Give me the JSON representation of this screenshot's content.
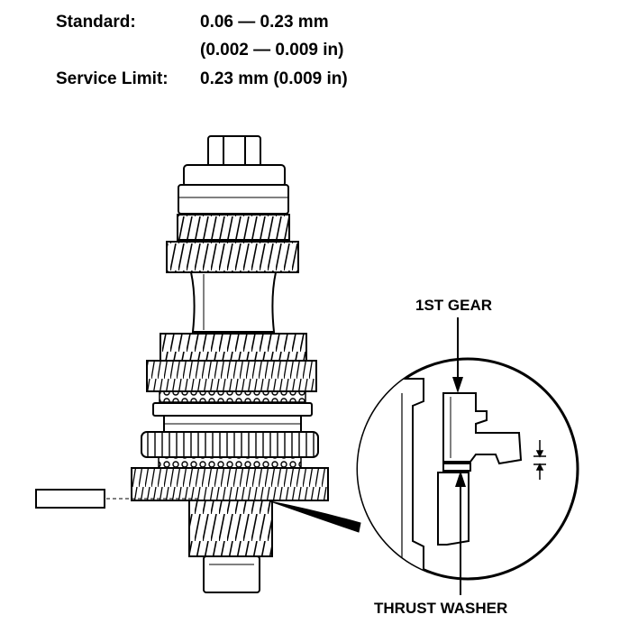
{
  "specs": {
    "standard_label": "Standard:",
    "standard_mm": "0.06 — 0.23 mm",
    "standard_in": "(0.002 — 0.009 in)",
    "limit_label": "Service Limit:",
    "limit_value": "0.23 mm (0.009 in)"
  },
  "callouts": {
    "first_gear": "1ST GEAR",
    "thrust_washer": "THRUST WASHER"
  }
}
